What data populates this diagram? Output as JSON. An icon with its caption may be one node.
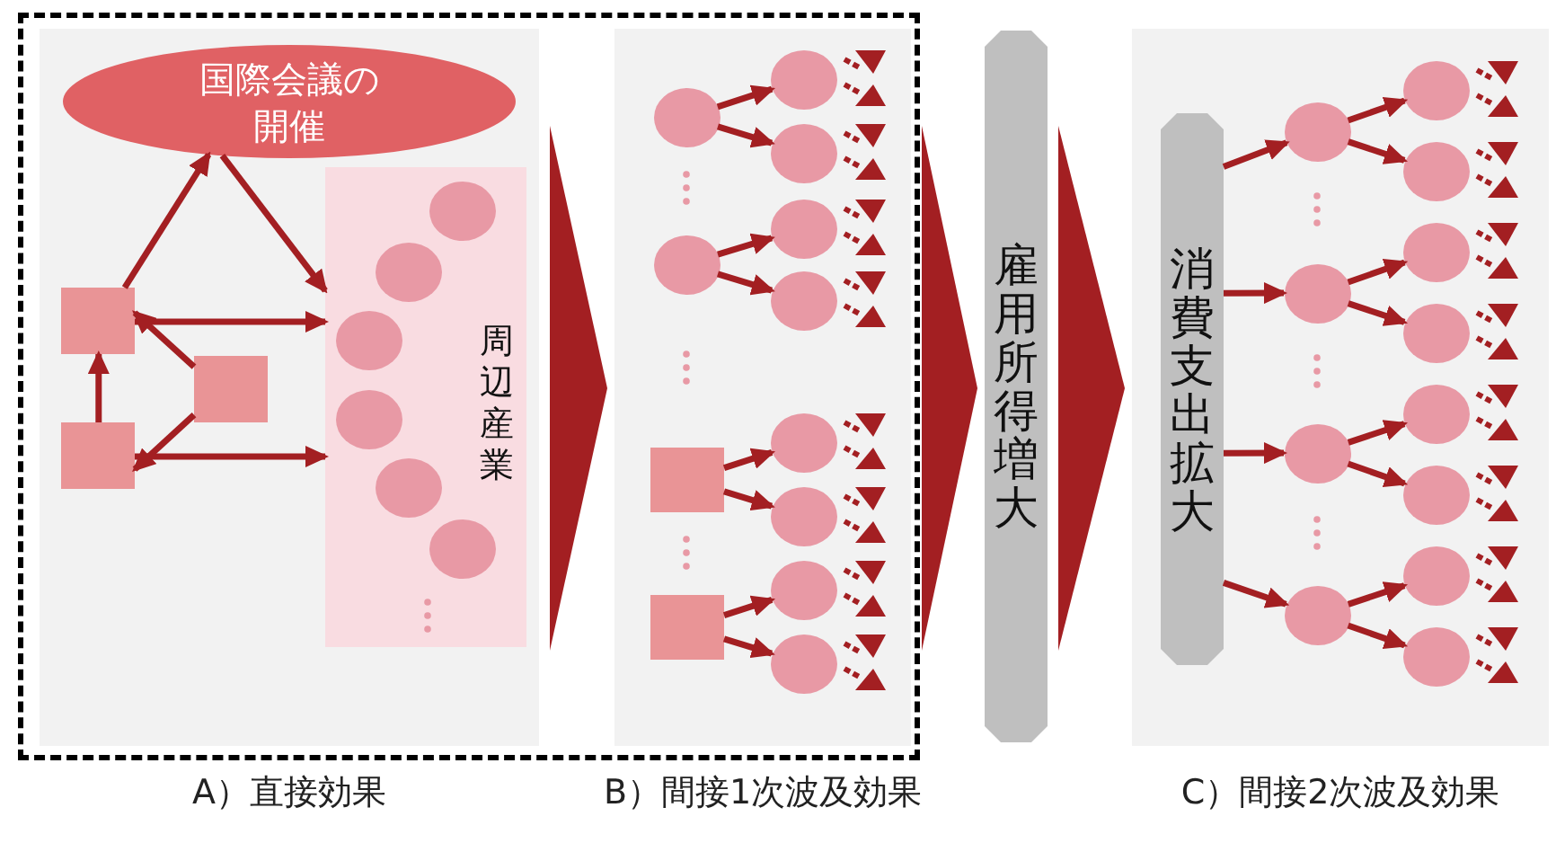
{
  "diagram": {
    "nodes": [
      {
        "text": [
          "A）直接効果"
        ]
      },
      {
        "text": [
          "国際会議の開催"
        ],
        "in": 0
      },
      {
        "text": [],
        "shape": "box",
        "in": 0
      },
      {
        "text": [],
        "shape": "box",
        "in": 0
      },
      {
        "text": [],
        "shape": "box",
        "in": 0
      },
      {
        "text": [
          "周辺産業"
        ],
        "in": 0
      },
      {
        "text": [],
        "shape": "circle",
        "in": 5
      },
      {
        "text": [],
        "shape": "circle",
        "in": 5
      },
      {
        "text": [],
        "shape": "circle",
        "in": 5
      },
      {
        "text": [],
        "shape": "circle",
        "in": 5
      },
      {
        "text": [],
        "shape": "circle",
        "in": 5
      },
      {
        "text": [],
        "shape": "circle",
        "in": 5
      },
      {
        "text": [
          "B）間接1次波及効果"
        ]
      },
      {
        "text": [],
        "shape": "circle",
        "in": 12
      },
      {
        "text": [],
        "shape": "circle",
        "in": 12
      },
      {
        "text": [],
        "shape": "box",
        "in": 12
      },
      {
        "text": [],
        "shape": "box",
        "in": 12
      },
      {
        "text": [],
        "shape": "circle",
        "in": 12
      },
      {
        "text": [],
        "shape": "circle",
        "in": 12
      },
      {
        "text": [],
        "shape": "circle",
        "in": 12
      },
      {
        "text": [],
        "shape": "circle",
        "in": 12
      },
      {
        "text": [],
        "shape": "circle",
        "in": 12
      },
      {
        "text": [],
        "shape": "circle",
        "in": 12
      },
      {
        "text": [],
        "shape": "circle",
        "in": 12
      },
      {
        "text": [],
        "shape": "circle",
        "in": 12
      },
      {
        "text": [
          "雇用所得増大"
        ]
      },
      {
        "text": [
          "C）間接2次波及効果"
        ]
      },
      {
        "text": [
          "消費支出拡大"
        ],
        "in": 26
      },
      {
        "text": [],
        "shape": "circle",
        "in": 26
      },
      {
        "text": [],
        "shape": "circle",
        "in": 26
      },
      {
        "text": [],
        "shape": "circle",
        "in": 26
      },
      {
        "text": [],
        "shape": "circle",
        "in": 26
      },
      {
        "text": [],
        "shape": "circle",
        "in": 26
      },
      {
        "text": [],
        "shape": "circle",
        "in": 26
      },
      {
        "text": [],
        "shape": "circle",
        "in": 26
      },
      {
        "text": [],
        "shape": "circle",
        "in": 26
      },
      {
        "text": [],
        "shape": "circle",
        "in": 26
      },
      {
        "text": [],
        "shape": "circle",
        "in": 26
      },
      {
        "text": [],
        "shape": "circle",
        "in": 26
      },
      {
        "text": [],
        "shape": "circle",
        "in": 26
      }
    ],
    "edges": [
      {
        "from": 2,
        "to": 1,
        "arrow": "to"
      },
      {
        "from": 1,
        "to": 5,
        "arrow": "to"
      },
      {
        "from": 2,
        "to": 5,
        "arrow": "to"
      },
      {
        "from": 4,
        "to": 5,
        "arrow": "to"
      },
      {
        "from": 4,
        "to": 2,
        "arrow": "to"
      },
      {
        "from": 3,
        "to": 2,
        "arrow": "to"
      },
      {
        "from": 3,
        "to": 4,
        "arrow": "to"
      },
      {
        "from": 0,
        "to": 12,
        "arrow": "to",
        "style": "thick"
      },
      {
        "from": 13,
        "to": 17,
        "arrow": "to"
      },
      {
        "from": 13,
        "to": 18,
        "arrow": "to"
      },
      {
        "from": 14,
        "to": 19,
        "arrow": "to"
      },
      {
        "from": 14,
        "to": 20,
        "arrow": "to"
      },
      {
        "from": 15,
        "to": 21,
        "arrow": "to"
      },
      {
        "from": 15,
        "to": 22,
        "arrow": "to"
      },
      {
        "from": 16,
        "to": 23,
        "arrow": "to"
      },
      {
        "from": 16,
        "to": 24,
        "arrow": "to"
      },
      {
        "from": 12,
        "to": 25,
        "arrow": "to",
        "style": "thick"
      },
      {
        "from": 25,
        "to": 26,
        "arrow": "to",
        "style": "thick"
      },
      {
        "from": 27,
        "to": 28,
        "arrow": "to"
      },
      {
        "from": 27,
        "to": 29,
        "arrow": "to"
      },
      {
        "from": 27,
        "to": 30,
        "arrow": "to"
      },
      {
        "from": 27,
        "to": 31,
        "arrow": "to"
      },
      {
        "from": 28,
        "to": 32,
        "arrow": "to"
      },
      {
        "from": 28,
        "to": 33,
        "arrow": "to"
      },
      {
        "from": 29,
        "to": 34,
        "arrow": "to"
      },
      {
        "from": 29,
        "to": 35,
        "arrow": "to"
      },
      {
        "from": 30,
        "to": 36,
        "arrow": "to"
      },
      {
        "from": 30,
        "to": 37,
        "arrow": "to"
      },
      {
        "from": 31,
        "to": 38,
        "arrow": "to"
      },
      {
        "from": 31,
        "to": 39,
        "arrow": "to"
      }
    ]
  }
}
